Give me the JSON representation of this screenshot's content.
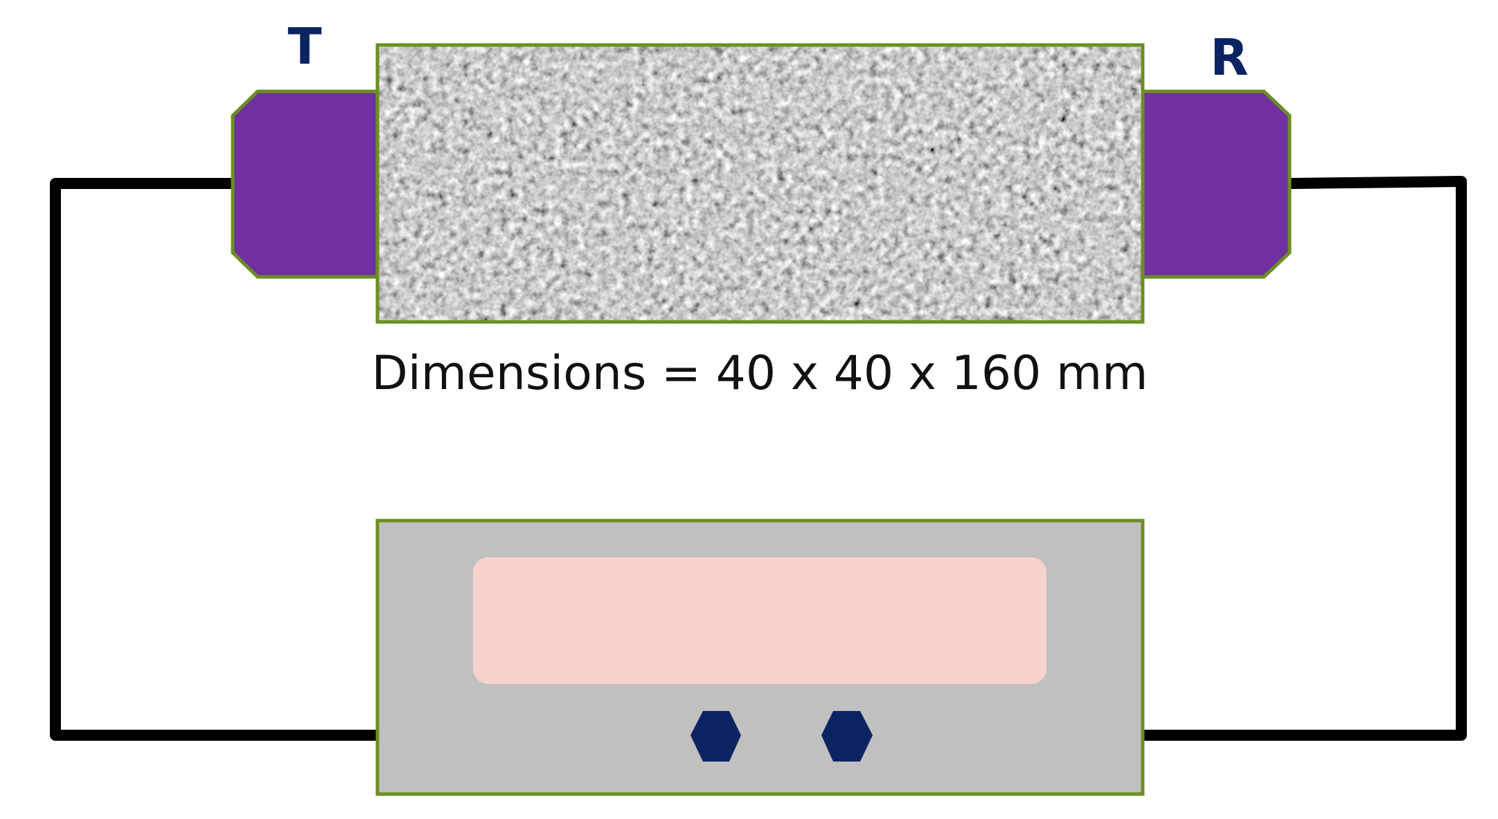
{
  "labels": {
    "transmitter": "T",
    "receiver": "R",
    "dimensions": "Dimensions = 40 x 40 x 160 mm"
  },
  "colors": {
    "transducer_fill": "#7030a0",
    "outline_green": "#6b8e23",
    "label_navy": "#0b2461",
    "wire": "#000000",
    "specimen_base": "#a8a8a8",
    "meter_body": "#c0c0c0",
    "meter_display": "#f8d3cd",
    "terminal": "#0b2461"
  }
}
